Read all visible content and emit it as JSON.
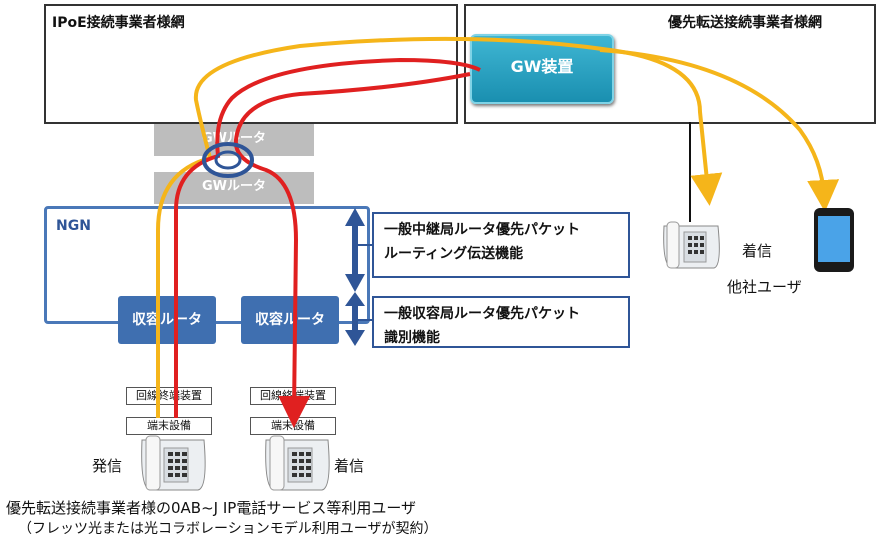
{
  "networks": {
    "ipoe": "IPoE接続事業者様網",
    "priority": "優先転送接続事業者様網",
    "ngn": "NGN"
  },
  "gw_device": "GW装置",
  "gw_routers": [
    "GWルータ",
    "GWルータ"
  ],
  "accommodation_routers": [
    "収容ルータ",
    "収容ルータ"
  ],
  "callouts": {
    "relay": [
      "一般中継局ルータ優先パケット",
      "ルーティング伝送機能"
    ],
    "accommodation": [
      "一般収容局ルータ優先パケット",
      "識別機能"
    ]
  },
  "terminals": {
    "line_terminal": "回線終端装置",
    "equipment": "端末設備"
  },
  "labels": {
    "outgoing": "発信",
    "incoming": "着信",
    "incoming_other": "着信",
    "other_user": "他社ユーザ"
  },
  "caption": [
    "優先転送接続事業者様の0AB~J IP電話サービス等利用ユーザ",
    "（フレッツ光または光コラボレーションモデル利用ユーザが契約）"
  ],
  "colors": {
    "red": "#e02020",
    "yellow": "#f5b51a",
    "blue": "#2f5597"
  }
}
